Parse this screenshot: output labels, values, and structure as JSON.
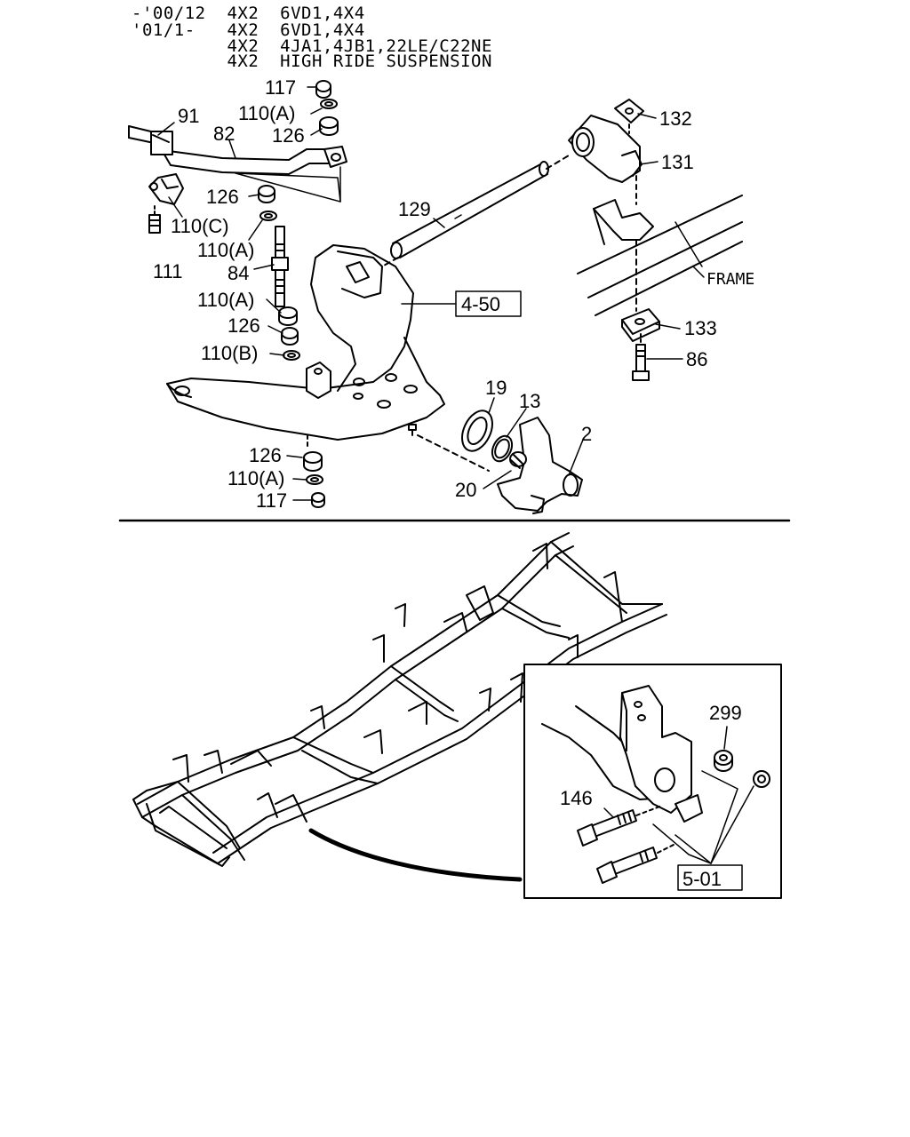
{
  "header": {
    "lines": [
      "-'00/12  4X2  6VD1,4X4",
      "'01/1-   4X2  6VD1,4X4",
      "         4X2  4JA1,4JB1,22LE/C22NE",
      "         4X2  HIGH RIDE SUSPENSION"
    ]
  },
  "callouts": {
    "p117a": "117",
    "p110a1": "110(A)",
    "p91": "91",
    "p82": "82",
    "p126a": "126",
    "p132": "132",
    "p131": "131",
    "p126b": "126",
    "p129": "129",
    "p110c": "110(C)",
    "p110a2": "110(A)",
    "p111": "111",
    "p84": "84",
    "frame": "FRAME",
    "p110a3": "110(A)",
    "p126c": "126",
    "p133": "133",
    "p110b": "110(B)",
    "p86": "86",
    "p19": "19",
    "p13": "13",
    "p2": "2",
    "p126d": "126",
    "p110a4": "110(A)",
    "p20": "20",
    "p117b": "117",
    "p299": "299",
    "p146": "146"
  },
  "refs": {
    "r450": "4-50",
    "r501": "5-01"
  }
}
